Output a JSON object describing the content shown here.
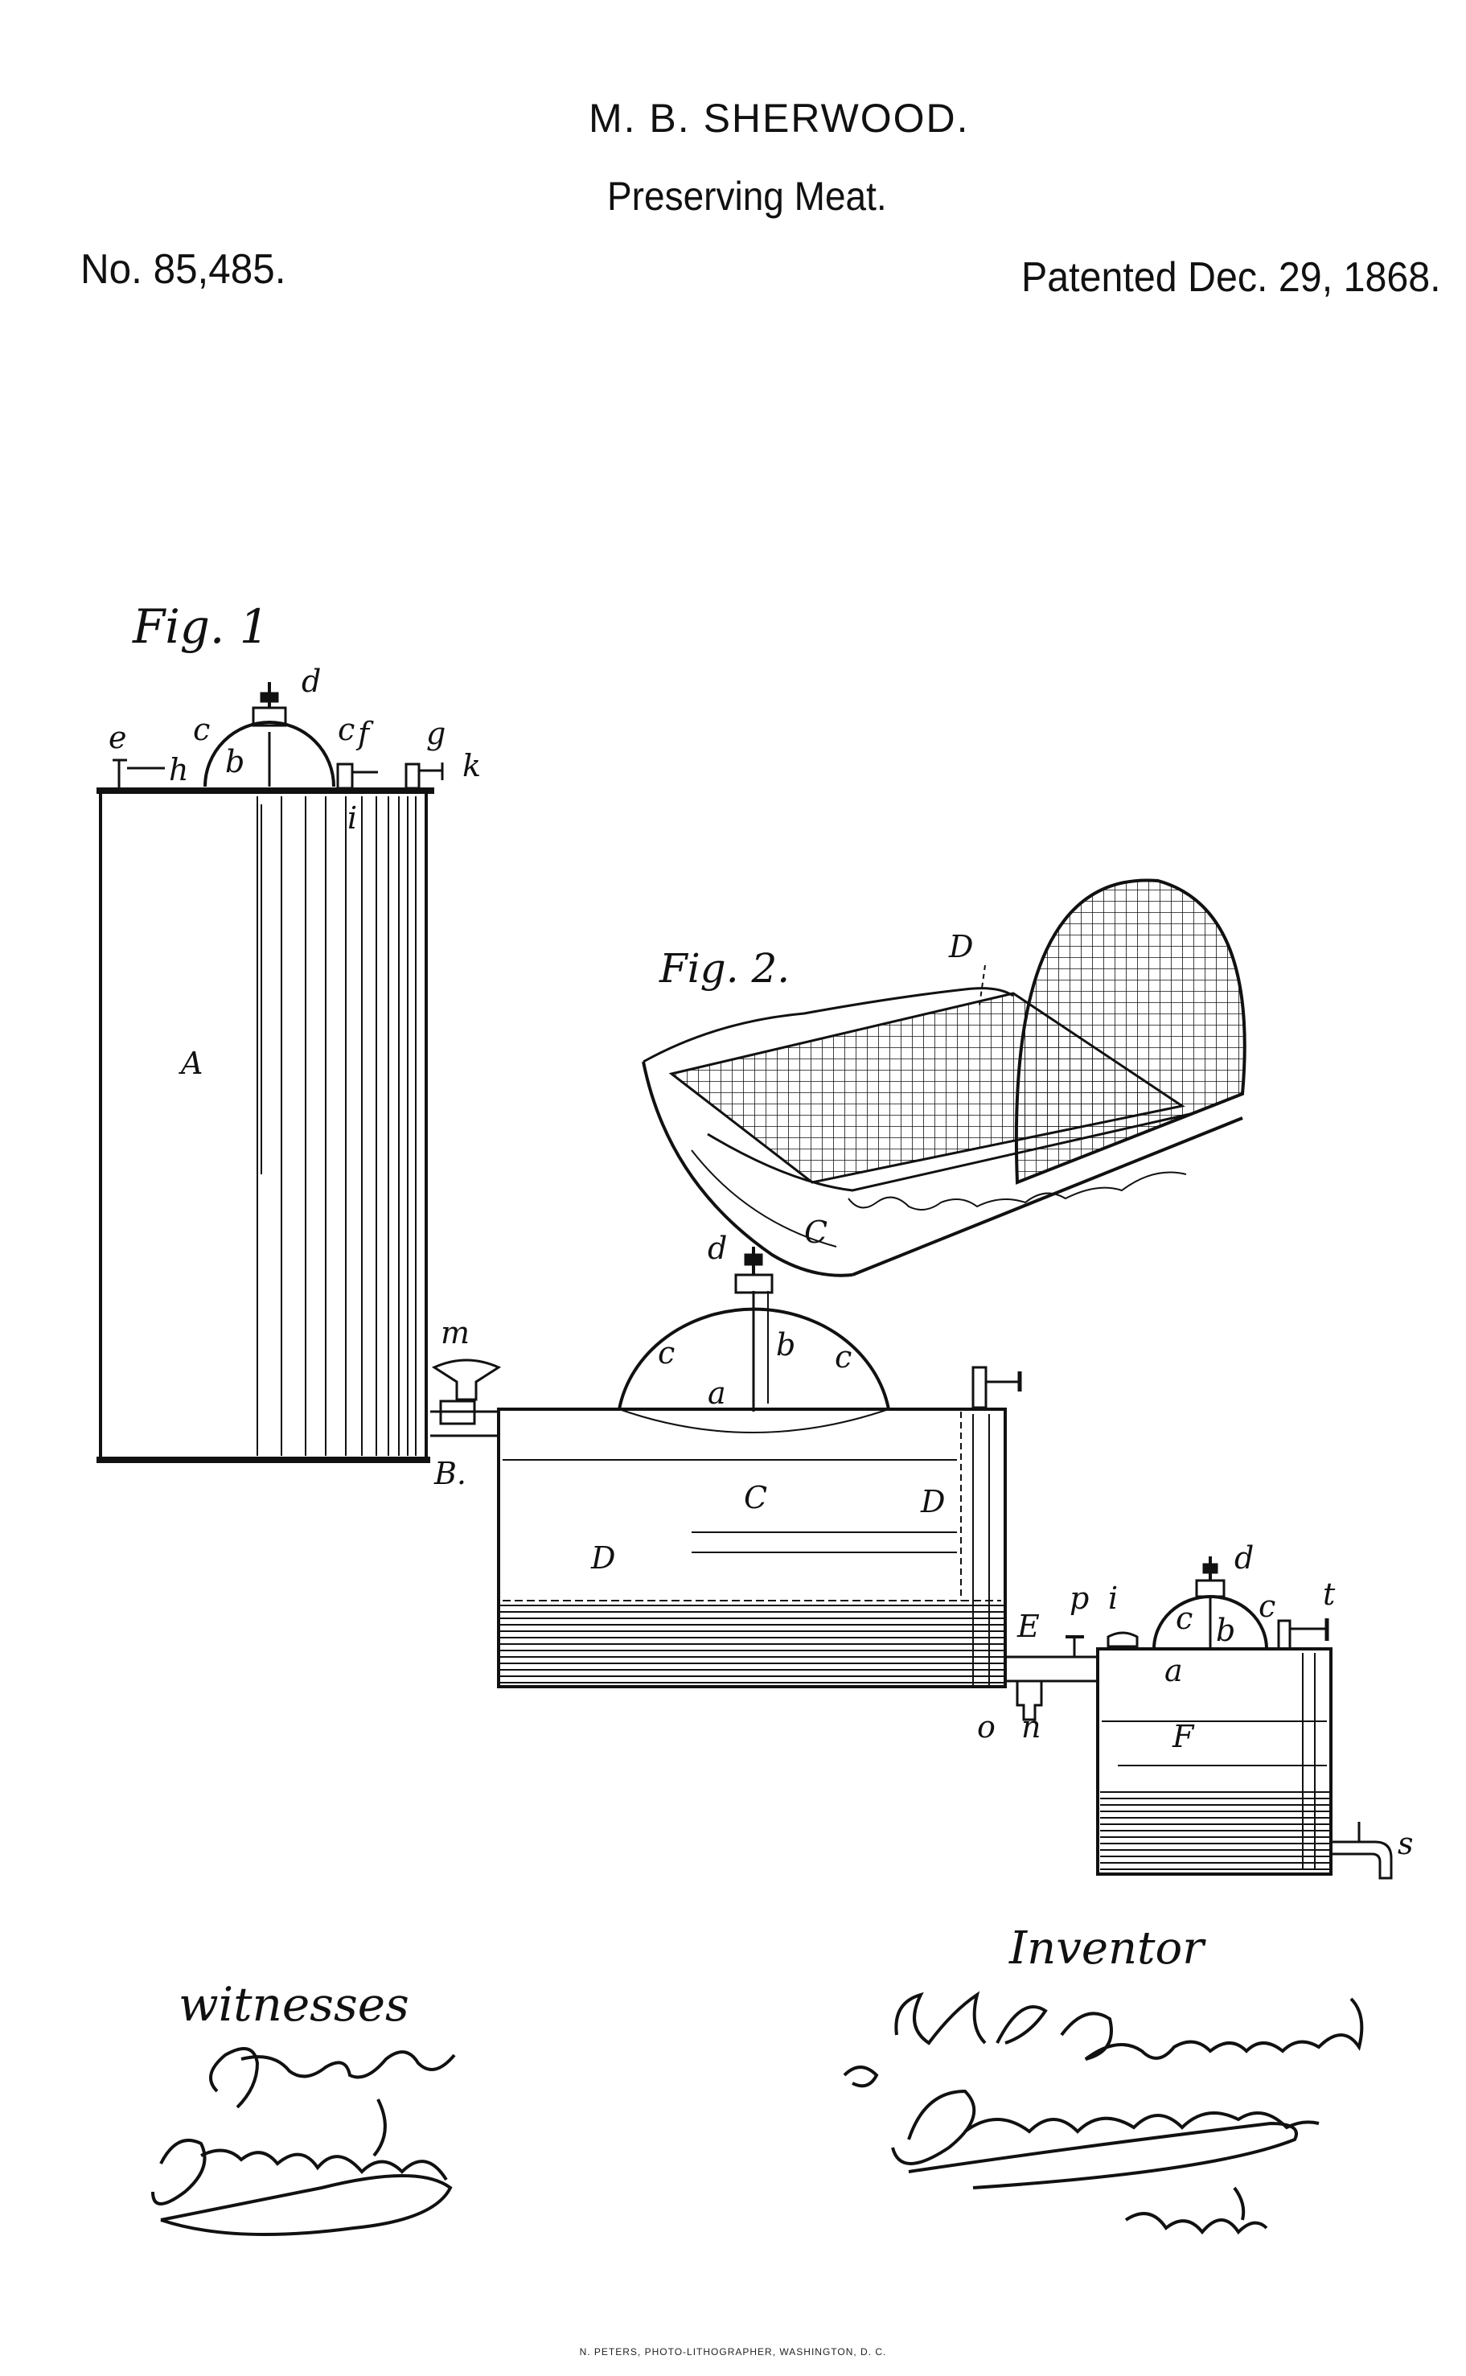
{
  "header": {
    "inventor": "M. B. SHERWOOD.",
    "title": "Preserving Meat.",
    "patent_number": "No. 85,485.",
    "patent_date": "Patented Dec. 29, 1868."
  },
  "figures": {
    "fig1_label": "Fig. 1",
    "fig2_label": "Fig. 2."
  },
  "part_labels": {
    "a": "a",
    "b": "b",
    "c": "c",
    "d": "d",
    "e": "e",
    "f": "f",
    "g": "g",
    "h": "h",
    "i": "i",
    "k": "k",
    "m": "m",
    "n": "n",
    "o": "o",
    "p": "p",
    "s": "s",
    "t": "t",
    "A": "A",
    "B": "B.",
    "C": "C",
    "D": "D",
    "E": "E",
    "F": "F"
  },
  "signatures": {
    "witnesses_label": "witnesses",
    "inventor_label": "Inventor"
  },
  "footer": "N. PETERS, PHOTO-LITHOGRAPHER, WASHINGTON, D. C.",
  "colors": {
    "ink": "#111111",
    "paper": "#ffffff"
  }
}
